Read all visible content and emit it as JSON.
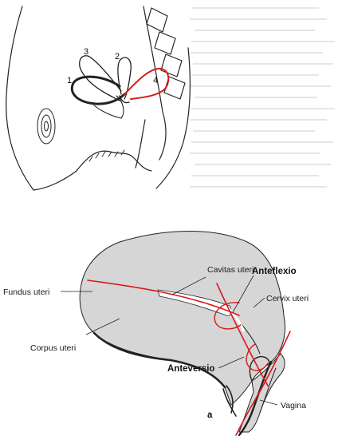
{
  "top_figure": {
    "positions": [
      {
        "number": "1",
        "color": "#111111"
      },
      {
        "number": "2",
        "color": "#111111"
      },
      {
        "number": "3",
        "color": "#111111"
      },
      {
        "number": "4",
        "color": "#d8191c"
      }
    ]
  },
  "bottom_figure": {
    "labels": {
      "cavitas_uteri": "Cavitas uteri",
      "anteflexio": "Anteflexio",
      "fundus_uteri": "Fundus uteri",
      "cervix_uteri": "Cervix uteri",
      "corpus_uteri": "Corpus uteri",
      "anteversio": "Anteversio",
      "vagina": "Vagina",
      "panel_letter": "a"
    },
    "colors": {
      "uterus_fill": "#d6d6d6",
      "axis_line": "#d8191c",
      "outline": "#222222"
    }
  }
}
